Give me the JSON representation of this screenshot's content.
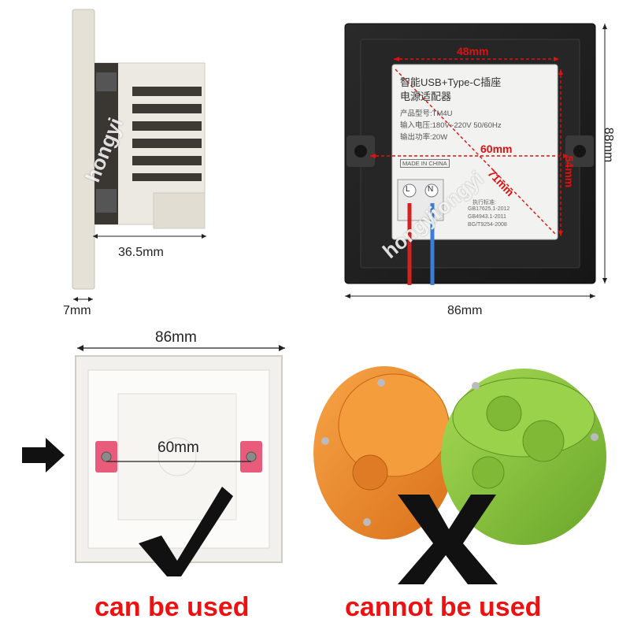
{
  "dimensions": {
    "side_depth": "36.5mm",
    "plate_thickness": "7mm",
    "inner_width": "48mm",
    "hole_spacing": "60mm",
    "inner_height": "54mm",
    "diagonal": "71mm",
    "outer_height": "88mm",
    "outer_width_top": "86mm",
    "outer_width_box": "86mm",
    "box_hole_spacing": "60mm"
  },
  "module_label": {
    "title_line1": "智能USB+Type-C插座",
    "title_line2": "电源适配器",
    "model": "产品型号:TM4U",
    "input": "输入电压:180V~220V  50/60Hz",
    "output": "输出功率:20W",
    "made_in": "MADE IN CHINA",
    "standards_header": "执行标准:",
    "standard_1": "GB17625.1-2012",
    "standard_2": "GB4943.1-2011",
    "standard_3": "BG/T9254-2008",
    "terminal_l": "L",
    "terminal_n": "N"
  },
  "watermarks": [
    "hongyi",
    "hongyi",
    "hongyi"
  ],
  "verdicts": {
    "can": "can be used",
    "cannot": "cannot be used"
  },
  "colors": {
    "verdict_red": "#ee1111",
    "dim_red": "#e01010",
    "panel_black": "#1e1e1e",
    "orange_box": "#f08a2a",
    "green_box": "#86c837"
  }
}
